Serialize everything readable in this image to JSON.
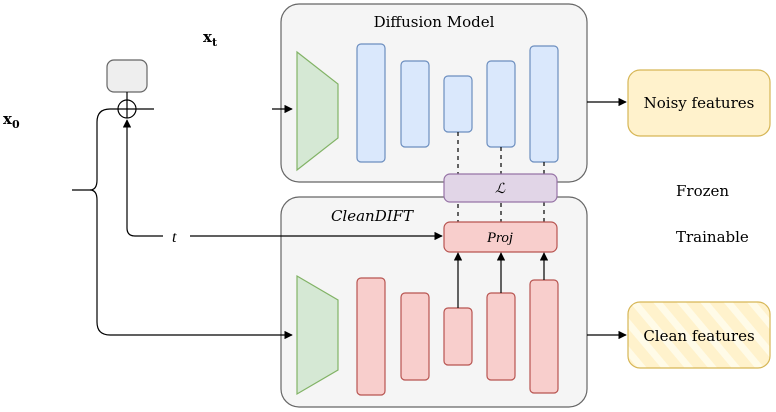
{
  "diagram": {
    "diffusion_model_title": "Diffusion Model",
    "cleandift_title": "CleanDIFT",
    "x_t_label": "x",
    "x_t_sub": "t",
    "x_0_label": "x",
    "x_0_sub": "0",
    "t_label": "t",
    "loss_label": "ℒ",
    "proj_label": "Proj",
    "noisy_features_label": "Noisy features",
    "clean_features_label": "Clean features",
    "legend_frozen": "Frozen",
    "legend_trainable": "Trainable"
  },
  "colors": {
    "frozen_fill": "#dae8fc",
    "frozen_stroke": "#6c8ebf",
    "trainable_fill": "#f8cecc",
    "trainable_stroke": "#b85450",
    "encoder_fill": "#d5e8d4",
    "encoder_stroke": "#82b366",
    "loss_fill": "#e1d5e7",
    "loss_stroke": "#9673a6",
    "feature_fill": "#fff2cc",
    "feature_stroke": "#d6b656",
    "container_fill": "#f5f5f5",
    "container_stroke": "#666666"
  }
}
